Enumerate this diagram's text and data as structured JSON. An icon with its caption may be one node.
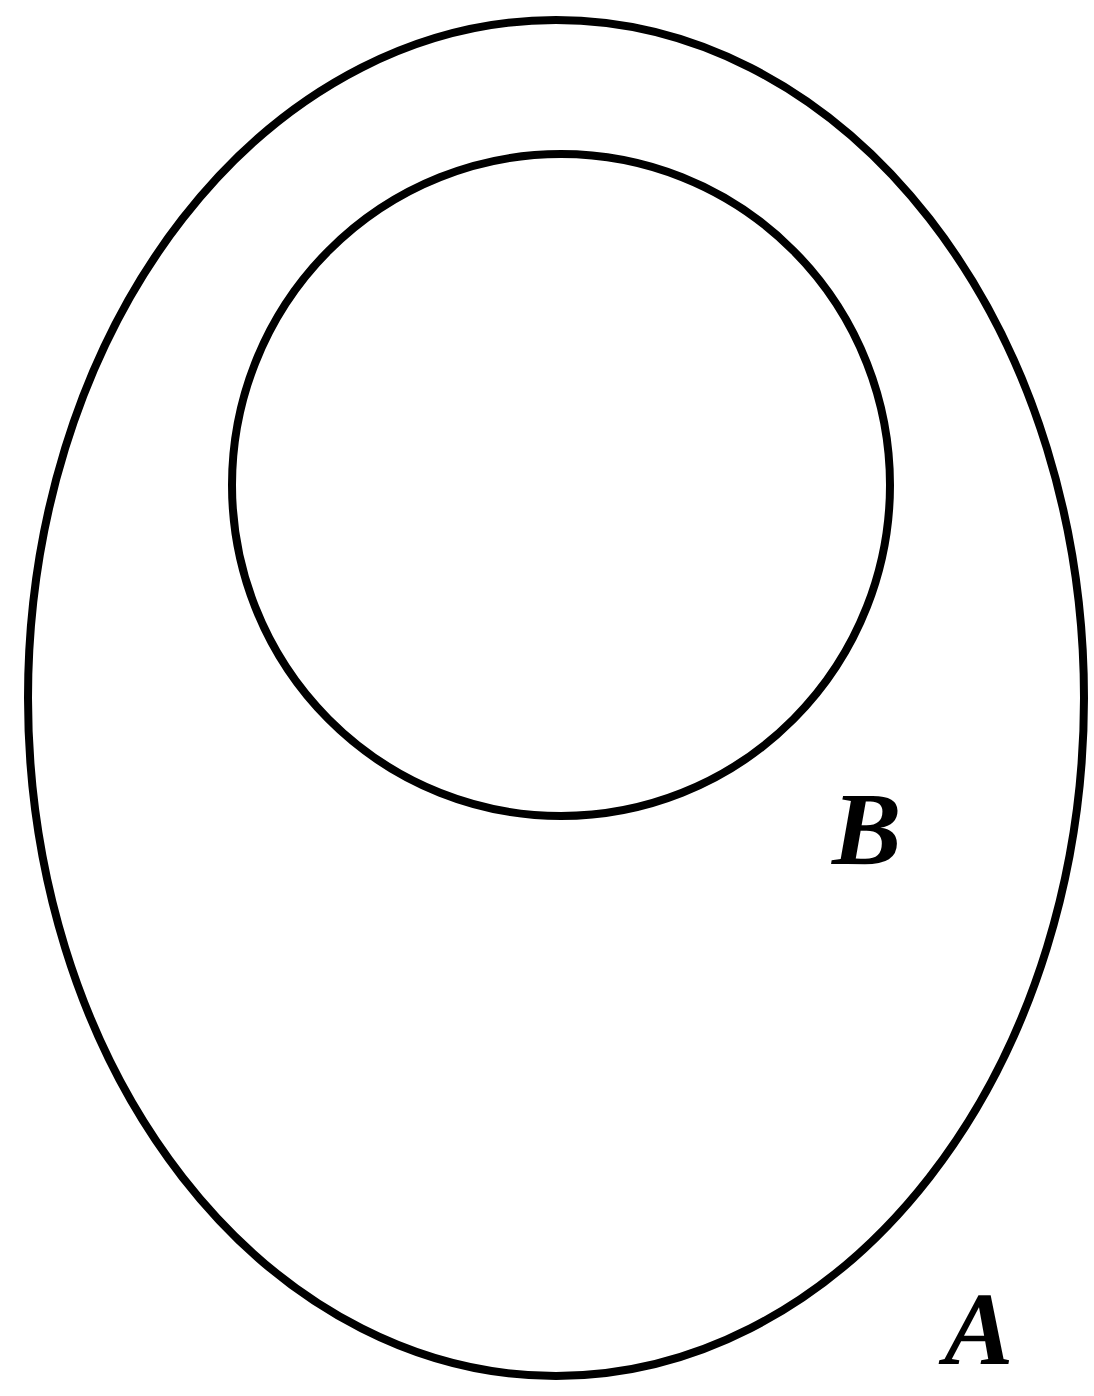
{
  "diagram": {
    "nodes": [
      {
        "text": [
          "A"
        ]
      },
      {
        "text": [
          "B"
        ],
        "in": 0
      }
    ]
  }
}
